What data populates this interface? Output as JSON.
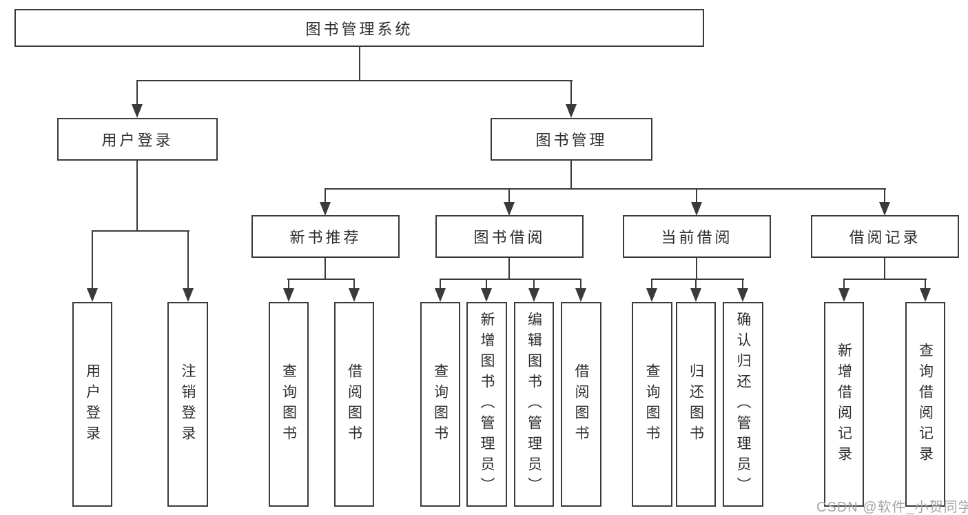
{
  "diagram": {
    "root": {
      "label": "图书管理系统"
    },
    "branches": [
      {
        "label": "用户登录",
        "children": [
          {
            "label": "用户登录"
          },
          {
            "label": "注销登录"
          }
        ]
      },
      {
        "label": "图书管理",
        "children": [
          {
            "label": "新书推荐",
            "children": [
              {
                "label": "查询图书"
              },
              {
                "label": "借阅图书"
              }
            ]
          },
          {
            "label": "图书借阅",
            "children": [
              {
                "label": "查询图书"
              },
              {
                "label": "新增图书（管理员）"
              },
              {
                "label": "编辑图书（管理员）"
              },
              {
                "label": "借阅图书"
              }
            ]
          },
          {
            "label": "当前借阅",
            "children": [
              {
                "label": "查询图书"
              },
              {
                "label": "归还图书"
              },
              {
                "label": "确认归还（管理员）"
              }
            ]
          },
          {
            "label": "借阅记录",
            "children": [
              {
                "label": "新增借阅记录"
              },
              {
                "label": "查询借阅记录"
              }
            ]
          }
        ]
      }
    ]
  },
  "watermark": {
    "text": "CSDN @软件_小贺同学"
  },
  "colors": {
    "line": "#3a3a3a",
    "text": "#2e2e2e",
    "watermark": "#a6a6a6",
    "background": "#ffffff"
  }
}
